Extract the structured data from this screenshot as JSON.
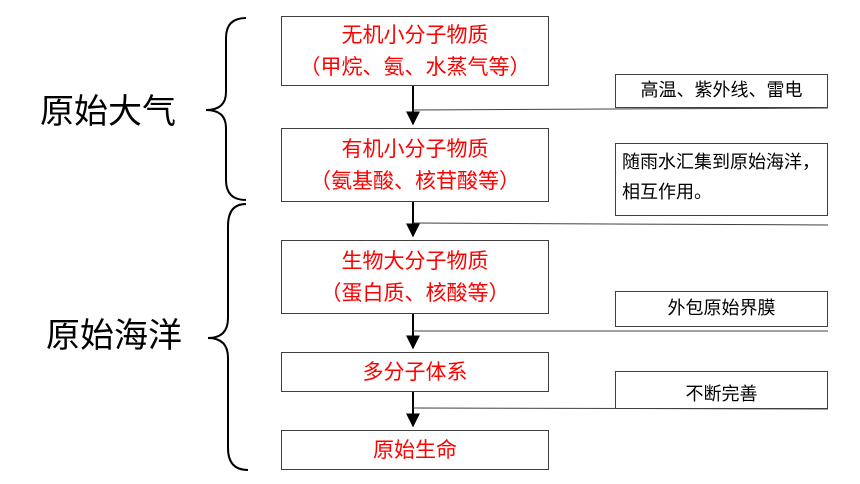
{
  "stages": [
    {
      "line1": "无机小分子物质",
      "line2": "（甲烷、氨、水蒸气等）"
    },
    {
      "line1": "有机小分子物质",
      "line2": "（氨基酸、核苷酸等）"
    },
    {
      "line1": "生物大分子物质",
      "line2": "（蛋白质、核酸等）"
    },
    {
      "line1": "多分子体系"
    },
    {
      "line1": "原始生命"
    }
  ],
  "conditions": [
    "高温、紫外线、雷电",
    "随雨水汇集到原始海洋，相互作用。",
    "外包原始界膜",
    "不断完善"
  ],
  "groups": {
    "atmosphere": "原始大气",
    "ocean": "原始海洋"
  },
  "colors": {
    "stage_text": "#ff0000",
    "border": "#404040"
  }
}
